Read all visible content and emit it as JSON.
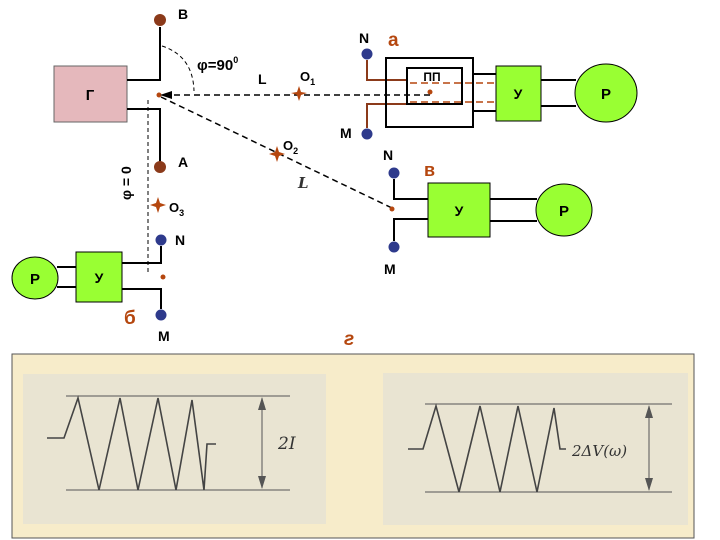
{
  "labels": {
    "generator": "Г",
    "point_b": "В",
    "point_a": "А",
    "angle_90": "φ=90",
    "angle_90_sup": "0",
    "angle_0": "φ = 0",
    "distance_L1": "L",
    "distance_L2": "L",
    "obstacle_1": "O",
    "obstacle_1_sub": "1",
    "obstacle_2": "O",
    "obstacle_2_sub": "2",
    "obstacle_3": "O",
    "obstacle_3_sub": "3",
    "receiver_a": {
      "tag": "а",
      "n": "N",
      "m": "M",
      "pp": "ПП",
      "amp": "У",
      "rec": "Р"
    },
    "receiver_v": {
      "tag": "в",
      "n": "N",
      "m": "M",
      "amp": "У",
      "rec": "Р"
    },
    "receiver_b": {
      "tag": "б",
      "n": "N",
      "m": "M",
      "amp": "У",
      "rec": "Р"
    },
    "section_g": "г",
    "trace_left_label": "2I",
    "trace_right_label": "2ΔV(ω)"
  },
  "colors": {
    "generator_fill": "#e5b8bc",
    "amp_fill": "#99ff33",
    "receiver_fill": "#99ff33",
    "electrode_brown": "#8b3a1a",
    "electrode_blue": "#2e3a8c",
    "red_accent": "#b5470f",
    "panel_bg": "#f7ecca",
    "photo_bg": "#e9e4d2"
  }
}
